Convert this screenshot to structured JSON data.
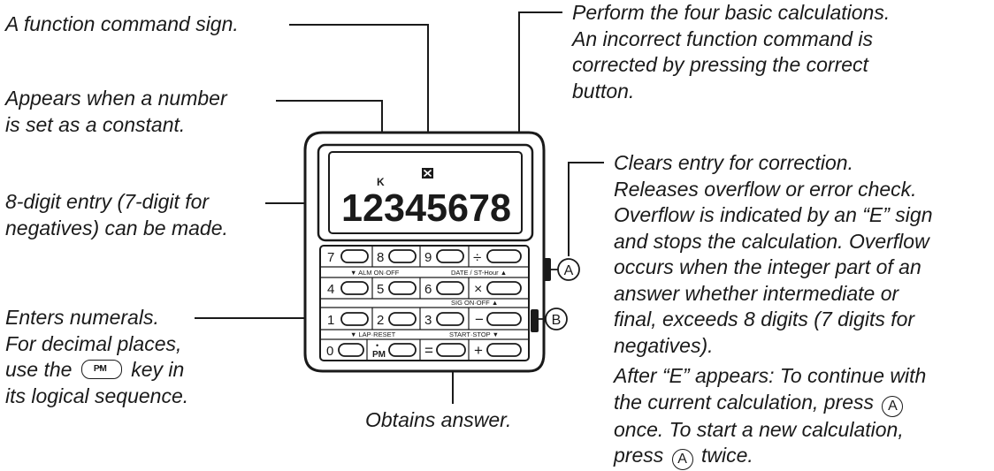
{
  "annotations": {
    "function_sign": "A function command sign.",
    "constant": [
      "Appears when a number",
      "is set as a constant."
    ],
    "entry": [
      "8-digit entry (7-digit for",
      "negatives) can be made."
    ],
    "numerals": [
      "Enters numerals.",
      "For decimal places,",
      "use the",
      "key in",
      "its logical sequence."
    ],
    "answer": "Obtains answer.",
    "four_calc": [
      "Perform the four basic calculations.",
      "An incorrect function command is",
      "corrected by pressing the correct",
      "button."
    ],
    "clears": [
      "Clears entry for correction.",
      "Releases overflow or error check.",
      "Overflow is indicated by an “E” sign",
      "and stops the calculation. Overflow",
      "occurs when the integer part of an",
      "answer whether intermediate or",
      "final, exceeds 8 digits (7 digits for",
      "negatives)."
    ],
    "after_e": [
      "After “E” appears: To continue with",
      "the current calculation, press",
      "once. To start a new calculation,",
      "press",
      "twice."
    ]
  },
  "display": {
    "digits": "12345678",
    "k_indicator": "K",
    "function_indicator": "☒"
  },
  "keypad": {
    "row1": [
      "7",
      "8",
      "9",
      "÷"
    ],
    "row1_labels": [
      "▼ ALM ON·OFF",
      "DATE / ST-Hour ▲"
    ],
    "row2": [
      "4",
      "5",
      "6",
      "×"
    ],
    "row2_labels": [
      "SIG ON·OFF ▲"
    ],
    "row3": [
      "1",
      "2",
      "3",
      "−"
    ],
    "row3_labels": [
      "▼ LAP·RESET",
      "START·STOP ▼"
    ],
    "row4": [
      "0",
      "PM",
      "=",
      "+"
    ],
    "pm_dot": "•"
  },
  "side_buttons": {
    "a": "A",
    "b": "B"
  },
  "pm_key_inline": "PM"
}
